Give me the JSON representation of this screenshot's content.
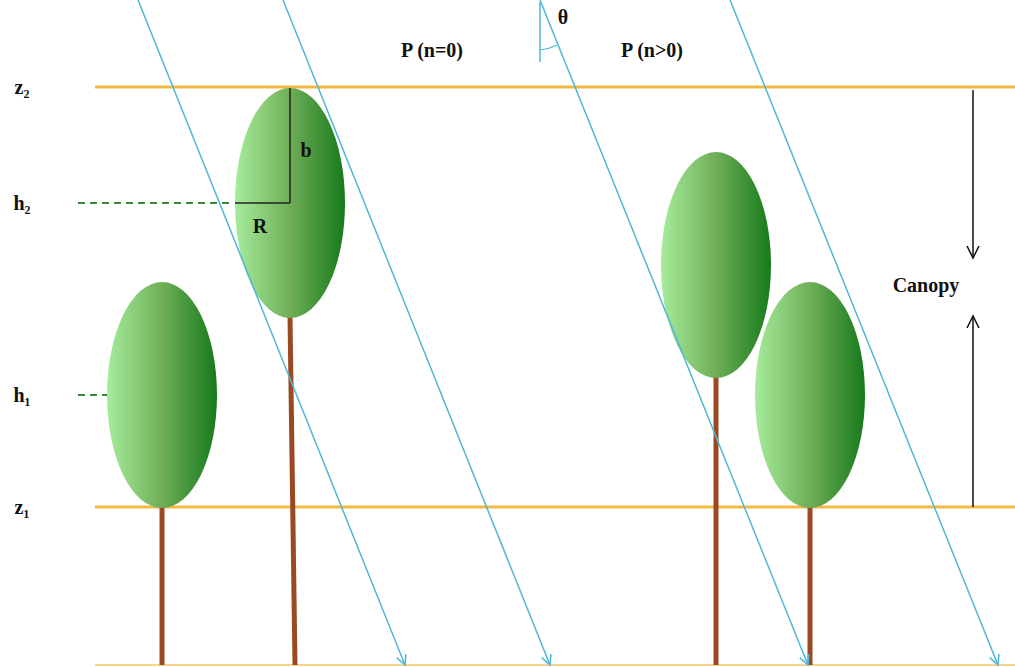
{
  "diagram": {
    "labels": [
      "P (n=0)",
      "θ",
      "P (n>0)",
      "z₂",
      "b",
      "h₂",
      "R",
      "Canopy",
      "h₁",
      "z₁"
    ]
  }
}
